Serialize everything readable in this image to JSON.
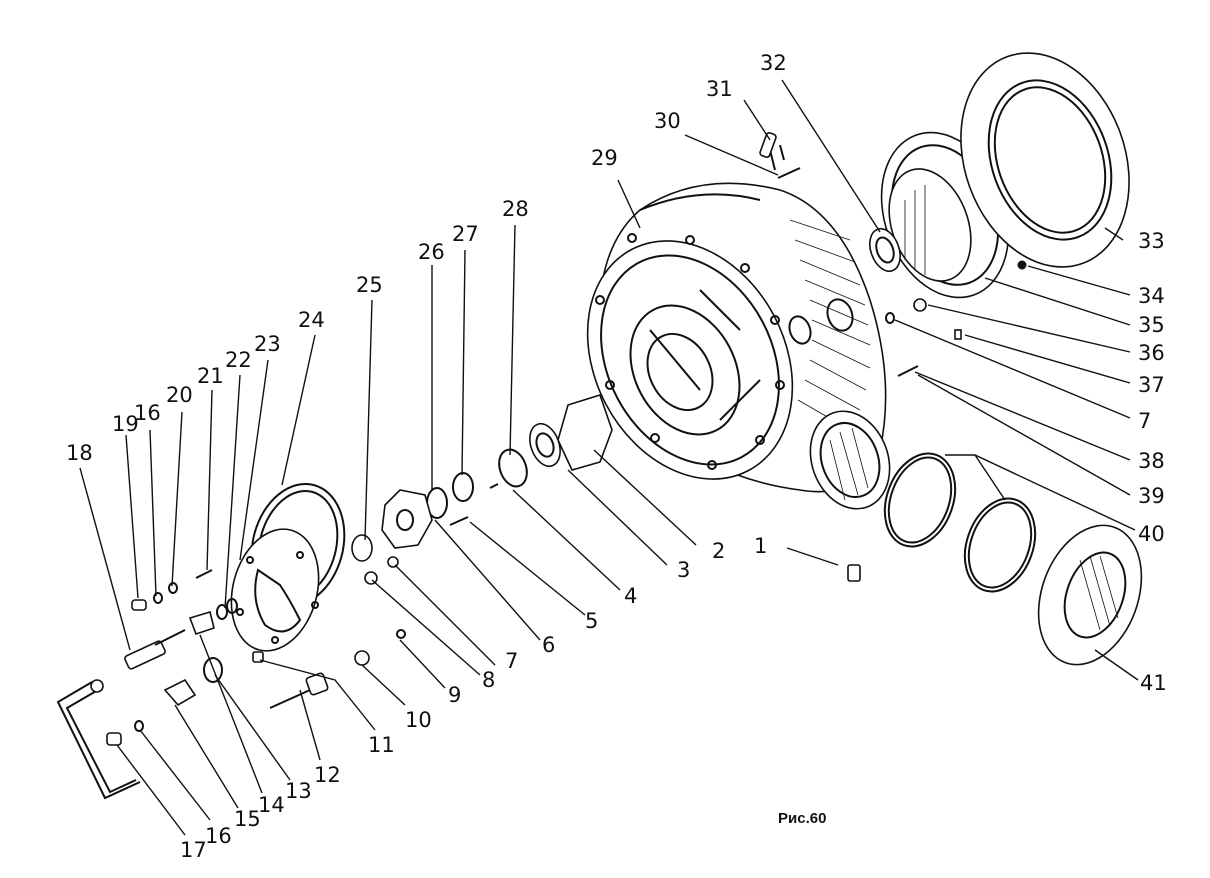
{
  "caption": "Рис.60",
  "callouts": [
    {
      "id": "c1",
      "text": "1"
    },
    {
      "id": "c2",
      "text": "2"
    },
    {
      "id": "c3",
      "text": "3"
    },
    {
      "id": "c4",
      "text": "4"
    },
    {
      "id": "c5",
      "text": "5"
    },
    {
      "id": "c6",
      "text": "6"
    },
    {
      "id": "c7a",
      "text": "7"
    },
    {
      "id": "c8",
      "text": "8"
    },
    {
      "id": "c9",
      "text": "9"
    },
    {
      "id": "c10",
      "text": "10"
    },
    {
      "id": "c11",
      "text": "11"
    },
    {
      "id": "c12",
      "text": "12"
    },
    {
      "id": "c13",
      "text": "13"
    },
    {
      "id": "c14",
      "text": "14"
    },
    {
      "id": "c15",
      "text": "15"
    },
    {
      "id": "c16a",
      "text": "16"
    },
    {
      "id": "c17",
      "text": "17"
    },
    {
      "id": "c18",
      "text": "18"
    },
    {
      "id": "c19",
      "text": "19"
    },
    {
      "id": "c16b",
      "text": "16"
    },
    {
      "id": "c20",
      "text": "20"
    },
    {
      "id": "c21",
      "text": "21"
    },
    {
      "id": "c22",
      "text": "22"
    },
    {
      "id": "c23",
      "text": "23"
    },
    {
      "id": "c24",
      "text": "24"
    },
    {
      "id": "c25",
      "text": "25"
    },
    {
      "id": "c26",
      "text": "26"
    },
    {
      "id": "c27",
      "text": "27"
    },
    {
      "id": "c28",
      "text": "28"
    },
    {
      "id": "c29",
      "text": "29"
    },
    {
      "id": "c30",
      "text": "30"
    },
    {
      "id": "c31",
      "text": "31"
    },
    {
      "id": "c32",
      "text": "32"
    },
    {
      "id": "c33",
      "text": "33"
    },
    {
      "id": "c34",
      "text": "34"
    },
    {
      "id": "c35",
      "text": "35"
    },
    {
      "id": "c36",
      "text": "36"
    },
    {
      "id": "c37",
      "text": "37"
    },
    {
      "id": "c7b",
      "text": "7"
    },
    {
      "id": "c38",
      "text": "38"
    },
    {
      "id": "c39",
      "text": "39"
    },
    {
      "id": "c40",
      "text": "40"
    },
    {
      "id": "c41",
      "text": "41"
    }
  ]
}
